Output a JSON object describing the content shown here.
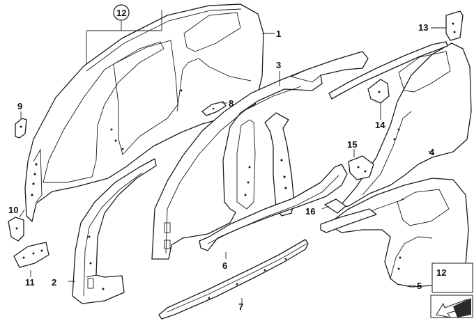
{
  "callouts": {
    "c1": "1",
    "c2": "2",
    "c3": "3",
    "c4": "4",
    "c5": "5",
    "c6": "6",
    "c7": "7",
    "c8": "8",
    "c9": "9",
    "c10": "10",
    "c11": "11",
    "c12_top": "12",
    "c12_legend": "12",
    "c13": "13",
    "c14": "14",
    "c15": "15",
    "c16": "16"
  },
  "colors": {
    "line": "#1a1a1a",
    "background": "#ffffff"
  }
}
